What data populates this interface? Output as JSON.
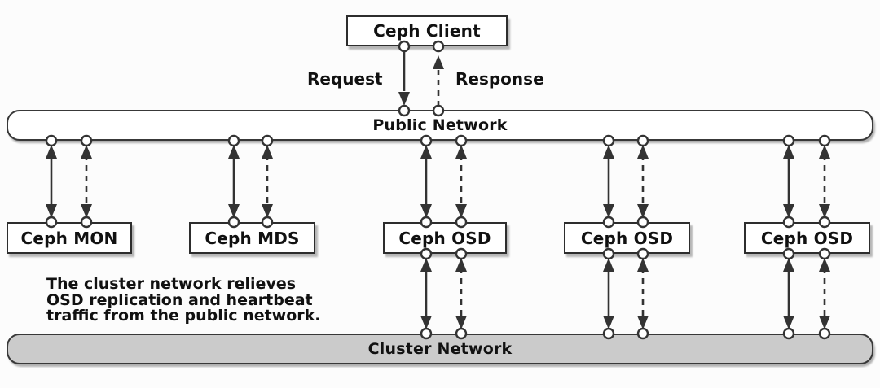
{
  "client": {
    "label": "Ceph Client"
  },
  "edges": {
    "request_label": "Request",
    "response_label": "Response"
  },
  "public_network": {
    "label": "Public Network"
  },
  "cluster_network": {
    "label": "Cluster Network"
  },
  "nodes": [
    {
      "id": "mon",
      "label": "Ceph MON"
    },
    {
      "id": "mds",
      "label": "Ceph MDS"
    },
    {
      "id": "osd1",
      "label": "Ceph OSD"
    },
    {
      "id": "osd2",
      "label": "Ceph OSD"
    },
    {
      "id": "osd3",
      "label": "Ceph OSD"
    }
  ],
  "annotation": {
    "lines": [
      "The cluster network relieves",
      "OSD replication and heartbeat",
      "traffic from the public network."
    ]
  },
  "colors": {
    "line": "#333333",
    "cluster_fill": "#cbcbcb",
    "node_fill": "#ffffff",
    "background": "#fcfcfc",
    "text": "#111111"
  }
}
